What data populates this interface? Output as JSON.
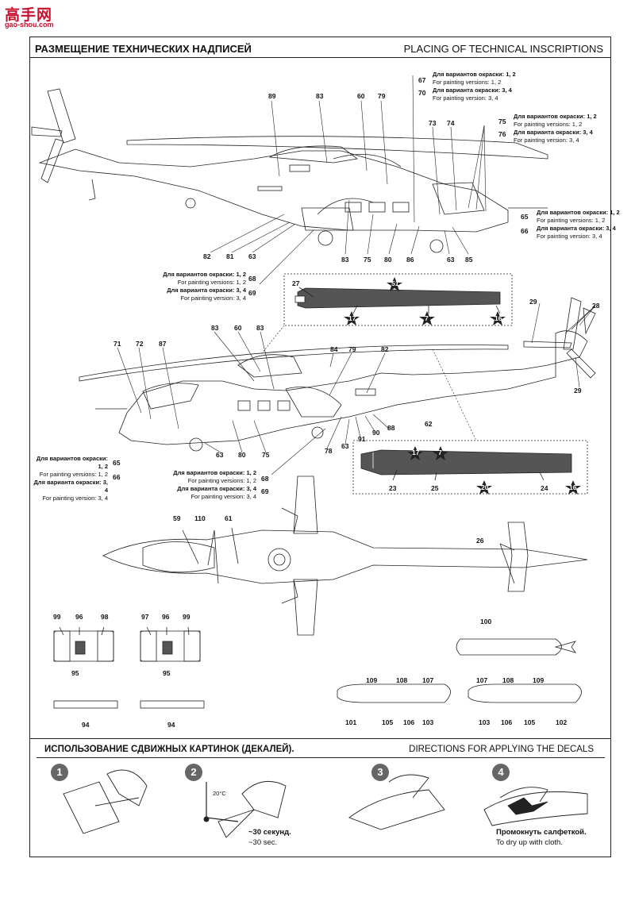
{
  "watermark": {
    "text": "高手网",
    "sub": "gao-shou.com"
  },
  "header": {
    "ru": "РАЗМЕЩЕНИЕ ТЕХНИЧЕСКИХ НАДПИСЕЙ",
    "en": "PLACING OF TECHNICAL INSCRIPTIONS"
  },
  "notes": {
    "ru12": "Для вариантов окраски: 1, 2",
    "en12": "For painting versions: 1, 2",
    "ru34": "Для варианта окраски: 3, 4",
    "en34": "For painting version: 3, 4"
  },
  "side1_labels": [
    "89",
    "83",
    "60",
    "79",
    "67",
    "70",
    "73",
    "74",
    "75",
    "76",
    "65",
    "66",
    "82",
    "81",
    "63",
    "83",
    "75",
    "80",
    "86",
    "63",
    "85",
    "68",
    "69"
  ],
  "blade_labels": [
    "27",
    "51",
    "17",
    "7",
    "16",
    "29",
    "28",
    "29"
  ],
  "side2_labels": [
    "83",
    "60",
    "83",
    "84",
    "79",
    "82",
    "71",
    "72",
    "87",
    "62",
    "63",
    "80",
    "75",
    "78",
    "63",
    "91",
    "90",
    "88",
    "65",
    "66",
    "68",
    "69"
  ],
  "blade2_labels": [
    "17",
    "7",
    "23",
    "25",
    "20",
    "24",
    "16"
  ],
  "top_labels": [
    "59",
    "110",
    "61",
    "26"
  ],
  "pods_labels": [
    "99",
    "96",
    "98",
    "95",
    "97",
    "96",
    "99",
    "95",
    "94",
    "94",
    "100"
  ],
  "tanks_labels": [
    "109",
    "108",
    "107",
    "101",
    "105",
    "106",
    "103",
    "107",
    "108",
    "109",
    "103",
    "106",
    "105",
    "102"
  ],
  "directions": {
    "ru": "ИСПОЛЬЗОВАНИЕ СДВИЖНЫХ КАРТИНОК (ДЕКАЛЕЙ).",
    "en": "DIRECTIONS  FOR APPLYING THE DECALS",
    "steps": [
      "1",
      "2",
      "3",
      "4"
    ],
    "temp": "20°C",
    "step2_ru": "~30 секунд.",
    "step2_en": "~30 sec.",
    "step4_ru": "Промокнуть салфеткой.",
    "step4_en": "To dry up with cloth."
  }
}
